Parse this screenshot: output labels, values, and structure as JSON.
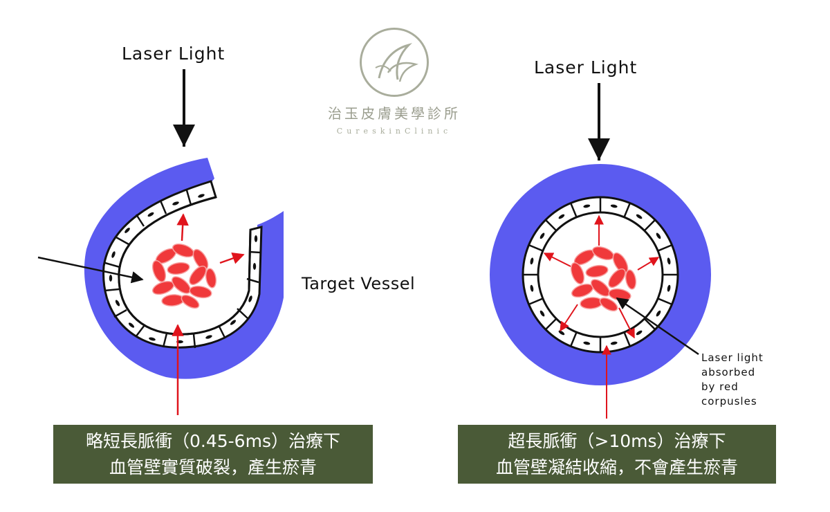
{
  "logo": {
    "name_zh": "治玉皮膚美學診所",
    "name_en": "CureskinClinic"
  },
  "labels": {
    "laser_light_left": "Laser Light",
    "laser_light_right": "Laser Light",
    "target_vessel": "Target Vessel",
    "absorbed": [
      "Laser light",
      "absorbed",
      "by red",
      "corpusles"
    ]
  },
  "captions": {
    "left": [
      "略短長脈衝（0.45-6ms）治療下",
      "血管壁實質破裂，產生瘀青"
    ],
    "right": [
      "超長脈衝（>10ms）治療下",
      "血管壁凝結收縮，不會產生瘀青"
    ]
  },
  "colors": {
    "vessel_wall": "#5b5bf0",
    "red_cells": "#f0393b",
    "arrow_red": "#e0141c",
    "caption_bg": "#4a5a37"
  }
}
